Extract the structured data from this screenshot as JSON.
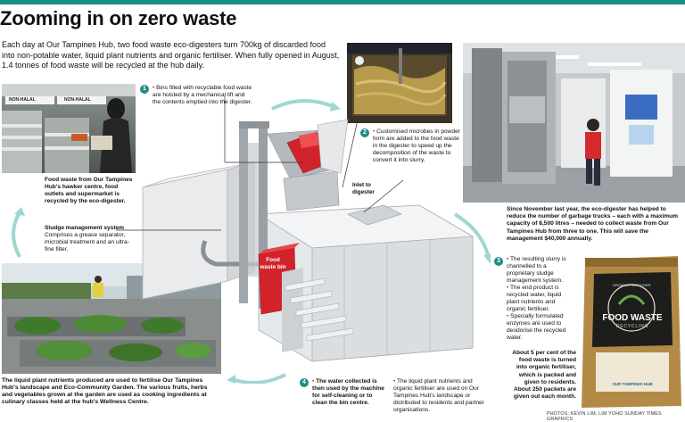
{
  "header": {
    "title": "Zooming in on zero waste",
    "lede": "Each day at Our Tampines Hub, two food waste eco-digesters turn 700kg of discarded food into non-potable water, liquid plant nutrients and organic fertiliser. When fully opened in August, 1.4 tonnes of food waste will be recycled at the hub daily."
  },
  "photos": {
    "hawker_sign_left": "NON-HALAL",
    "hawker_sign_right": "NON-HALAL"
  },
  "captions": {
    "hawker": "Food waste from Our Tampines Hub's hawker centre, food outlets and supermarket is recycled by the eco-digester.",
    "sludge_title": "Sludge management system",
    "sludge_body": "Comprises a grease separator, microbial treatment and an ultra-fine filter.",
    "garden": "The liquid plant nutrients produced are used to fertilise Our Tampines Hub's landscape and Eco-Community Garden. The various fruits, herbs and vegetables grown at the garden are used as cooking ingredients at culinary classes held at the hub's Wellness Centre.",
    "trucks": "Since November last year, the eco-digester has helped to reduce the number of garbage trucks – each with a maximum capacity of 8,500 litres – needed to collect waste from Our Tampines Hub from three to one. This will save the management $40,000 annually.",
    "packets": "About 5 per cent of the food waste is turned into organic fertiliser, which is packed and given to residents. About 250 packets are given out each month."
  },
  "steps": [
    {
      "num": "1",
      "text": "Bins filled with recyclable food waste are hoisted by a mechanical lift and the contents emptied into the digester."
    },
    {
      "num": "2",
      "text": "Customised microbes in powder form are added to the food waste in the digester to speed up the decomposition of the waste to convert it into slurry."
    },
    {
      "num": "3",
      "items": [
        "The resulting slurry is channelled to a proprietary sludge management system.",
        "The end product is recycled water, liquid plant nutrients and organic fertiliser.",
        "Specially formulated enzymes are used to deodorise the recycled water."
      ]
    },
    {
      "num": "4",
      "text": "The water collected is then used by the machine for self-cleaning or to clean the bin centre."
    }
  ],
  "liquid_note": "The liquid plant nutrients and organic fertiliser are used on Our Tampines Hub's landscape or distributed to residents and partner organisations.",
  "diagram": {
    "inlet_label": "Inlet to digester",
    "bin_label": "Food waste bin"
  },
  "packet": {
    "brand": "FOOD WASTE",
    "sub": "RECYCLING",
    "circle_text": "ORGANIC FERTILISER",
    "logo": "OUR TAMPINES HUB"
  },
  "credit": "PHOTOS: KEVIN LIM, LIM YOHO   SUNDAY TIMES GRAPHICS",
  "colors": {
    "accent": "#1e8c87",
    "bullet": "#d2232a",
    "bin": "#d2232a"
  }
}
